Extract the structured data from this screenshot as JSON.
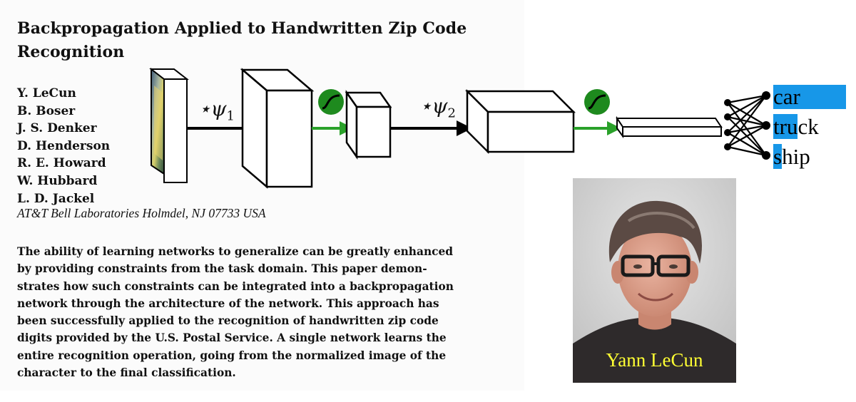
{
  "paper": {
    "title_lines": [
      "Backpropagation Applied to Handwritten Zip Code",
      "Recognition"
    ],
    "authors": [
      "Y. LeCun",
      "B. Boser",
      "J. S. Denker",
      "D. Henderson",
      "R. E. Howard",
      "W. Hubbard",
      "L. D. Jackel"
    ],
    "affiliation": "AT&T Bell Laboratories  Holmdel, NJ 07733 USA",
    "abstract_lines": [
      "The ability of learning networks to generalize can be greatly enhanced",
      "by providing constraints from the task domain.  This paper demon-",
      "strates how such constraints can be integrated into a backpropagation",
      "network through the architecture of the network.  This approach has",
      "been successfully applied to the recognition of handwritten zip code",
      "digits provided by the U.S. Postal Service. A single network learns the",
      "entire recognition operation, going from the normalized image of the",
      "character to the final classification."
    ]
  },
  "diagram": {
    "conv1": {
      "symbol": "⋆ψ",
      "index": "1"
    },
    "conv2": {
      "symbol": "⋆ψ",
      "index": "2"
    },
    "nonlinearity_icon": "sigmoid-icon",
    "classes": [
      {
        "highlight": "car",
        "rest": ""
      },
      {
        "highlight": "tru",
        "rest": "ck"
      },
      {
        "highlight": "s",
        "rest": "hip"
      }
    ],
    "colors": {
      "green": "#2aa12a",
      "sigmoid_fill": "#1e8a1e",
      "highlight": "#1797e8"
    }
  },
  "portrait": {
    "caption": "Yann LeCun",
    "caption_color": "#ffff33"
  }
}
